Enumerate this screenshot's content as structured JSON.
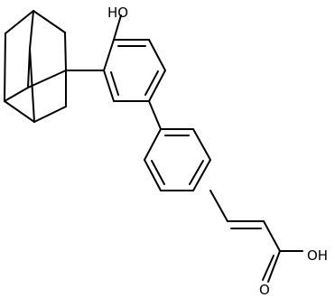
{
  "structure": {
    "labels": {
      "hydroxyl": "HO",
      "acid_hydroxyl": "OH",
      "carbonyl_oxygen": "O"
    },
    "colors": {
      "bond": "#000000",
      "background": "#ffffff"
    }
  }
}
